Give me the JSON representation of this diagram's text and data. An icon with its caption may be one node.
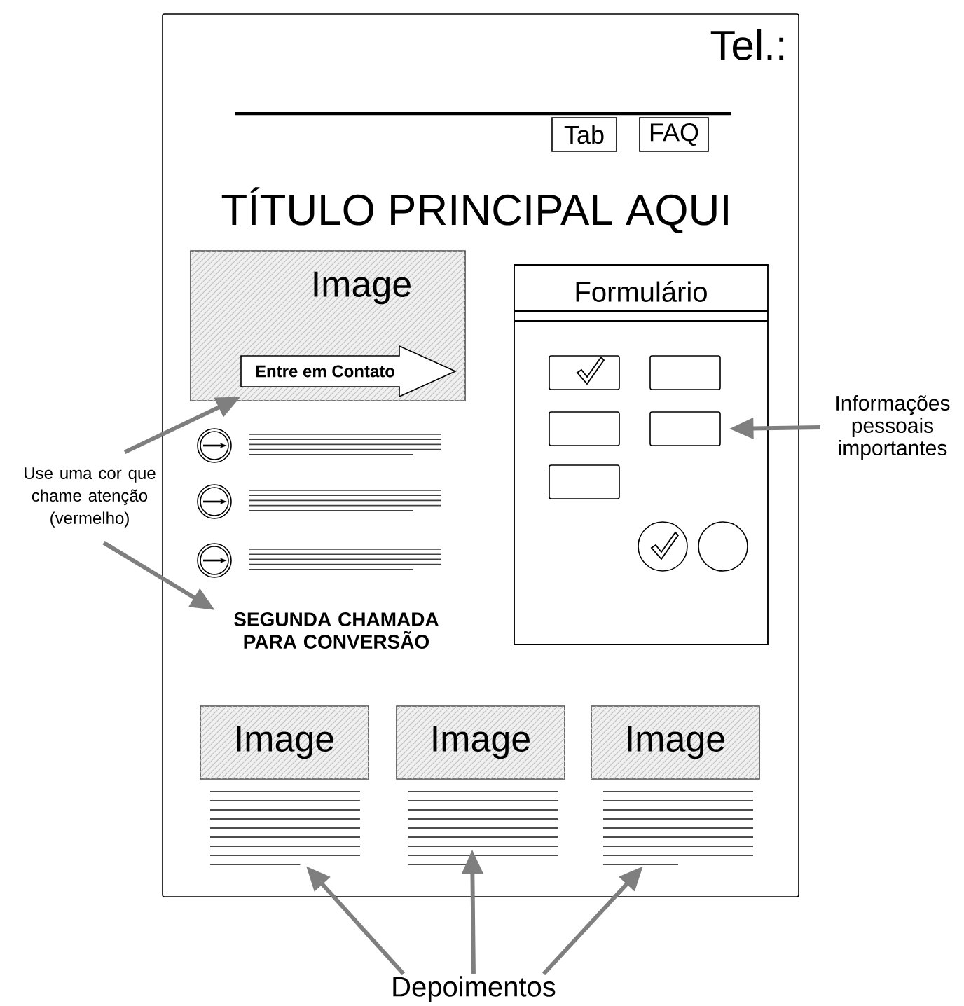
{
  "diagram": {
    "nodes": [
      {
        "text": [],
        "shape": "box"
      },
      {
        "text": [
          "Tab"
        ],
        "in": 0
      },
      {
        "text": [
          "FAQ"
        ],
        "in": 0
      },
      {
        "text": [
          "Image"
        ],
        "in": 0
      },
      {
        "text": [
          "Entre em Contato"
        ],
        "in": 3
      },
      {
        "text": [
          "Formulário"
        ],
        "in": 0
      },
      {
        "text": [],
        "shape": "box",
        "in": 5
      },
      {
        "text": [],
        "shape": "box",
        "in": 5
      },
      {
        "text": [],
        "shape": "box",
        "in": 5
      },
      {
        "text": [],
        "shape": "box",
        "in": 5
      },
      {
        "text": [],
        "shape": "box",
        "in": 5
      },
      {
        "text": [],
        "shape": "circle",
        "in": 5
      },
      {
        "text": [],
        "shape": "circle",
        "in": 5
      },
      {
        "text": [
          "Use uma cor que chame atenção (vermelho)"
        ]
      },
      {
        "text": [
          "SEGUNDA CHAMADA PARA CONVERSÃO"
        ],
        "in": 0
      },
      {
        "text": [
          "Informações pessoais importantes"
        ]
      },
      {
        "text": [
          "Image"
        ],
        "in": 0
      },
      {
        "text": [
          "Image"
        ],
        "in": 0
      },
      {
        "text": [
          "Image"
        ],
        "in": 0
      },
      {
        "text": [],
        "shape": "lines",
        "in": 0
      },
      {
        "text": [],
        "shape": "lines",
        "in": 0
      },
      {
        "text": [],
        "shape": "lines",
        "in": 0
      },
      {
        "text": [
          "Depoimentos"
        ]
      }
    ],
    "edges": [
      {
        "from": 13,
        "to": 4,
        "arrow": "to"
      },
      {
        "from": 13,
        "to": 14,
        "arrow": "to"
      },
      {
        "from": 15,
        "to": 9,
        "arrow": "to"
      },
      {
        "from": 22,
        "to": 19,
        "arrow": "to"
      },
      {
        "from": 22,
        "to": 20,
        "arrow": "to"
      },
      {
        "from": 22,
        "to": 21,
        "arrow": "to"
      }
    ],
    "labels": [
      "Tel.:",
      "TÍTULO PRINCIPAL AQUI"
    ]
  }
}
